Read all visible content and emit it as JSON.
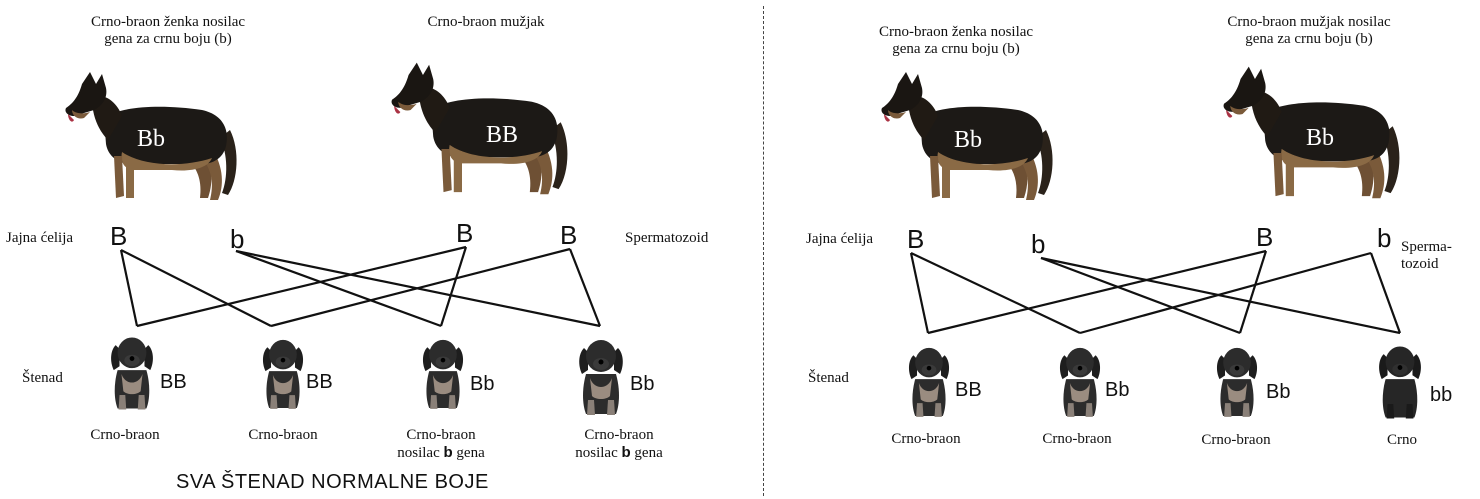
{
  "left": {
    "female_label": [
      "Crno-braon ženka nosilac",
      "gena za crnu boju (b)"
    ],
    "male_label": "Crno-braon mužjak",
    "female_genotype": "Bb",
    "male_genotype": "BB",
    "egg_label": "Jajna ćelija",
    "sperm_label": "Spermatozoid",
    "gametes": [
      "B",
      "b",
      "B",
      "B"
    ],
    "pups_label": "Štenad",
    "pups": [
      {
        "genotype": "BB",
        "phenotype": [
          "Crno-braon"
        ],
        "carrier": false
      },
      {
        "genotype": "BB",
        "phenotype": [
          "Crno-braon"
        ],
        "carrier": false
      },
      {
        "genotype": "Bb",
        "phenotype": [
          "Crno-braon",
          "nosilac b gena"
        ],
        "carrier": true
      },
      {
        "genotype": "Bb",
        "phenotype": [
          "Crno-braon",
          "nosilac b gena"
        ],
        "carrier": true
      }
    ],
    "footer": "SVA ŠTENAD NORMALNE BOJE"
  },
  "right": {
    "female_label": [
      "Crno-braon ženka nosilac",
      "gena za crnu boju (b)"
    ],
    "male_label": [
      "Crno-braon mužjak nosilac",
      "gena za crnu boju (b)"
    ],
    "female_genotype": "Bb",
    "male_genotype": "Bb",
    "egg_label": "Jajna ćelija",
    "sperm_label": [
      "Sperma-",
      "tozoid"
    ],
    "gametes": [
      "B",
      "b",
      "B",
      "b"
    ],
    "pups_label": "Štenad",
    "pups": [
      {
        "genotype": "BB",
        "phenotype": [
          "Crno-braon"
        ]
      },
      {
        "genotype": "Bb",
        "phenotype": [
          "Crno-braon"
        ]
      },
      {
        "genotype": "Bb",
        "phenotype": [
          "Crno-braon"
        ]
      },
      {
        "genotype": "bb",
        "phenotype": [
          "Crno"
        ]
      }
    ]
  },
  "carrier_text": {
    "prefix": "nosilac ",
    "gene": "b",
    "suffix": " gena"
  },
  "colors": {
    "dog_black": "#1c1916",
    "dog_tan": "#8a6a45",
    "pup_black": "#2c2c2c",
    "pup_tan": "#9a8c80",
    "line": "#111111"
  }
}
